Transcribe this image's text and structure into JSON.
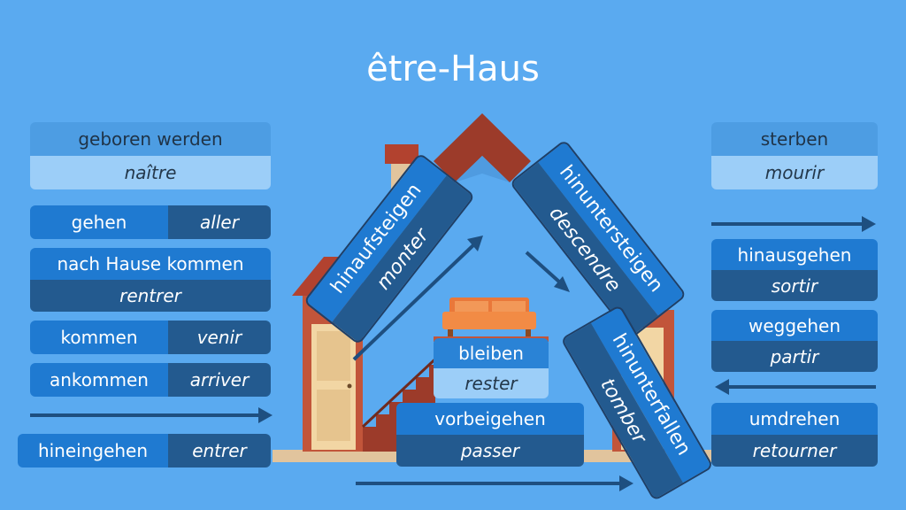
{
  "title": "être-Haus",
  "verbs": {
    "naitre": {
      "de": "geboren werden",
      "fr": "naître"
    },
    "mourir": {
      "de": "sterben",
      "fr": "mourir"
    },
    "aller": {
      "de": "gehen",
      "fr": "aller"
    },
    "rentrer": {
      "de": "nach Hause kommen",
      "fr": "rentrer"
    },
    "venir": {
      "de": "kommen",
      "fr": "venir"
    },
    "arriver": {
      "de": "ankommen",
      "fr": "arriver"
    },
    "entrer": {
      "de": "hineingehen",
      "fr": "entrer"
    },
    "monter": {
      "de": "hinaufsteigen",
      "fr": "monter"
    },
    "descendre": {
      "de": "hinuntersteigen",
      "fr": "descendre"
    },
    "tomber": {
      "de": "hinunterfallen",
      "fr": "tomber"
    },
    "rester": {
      "de": "bleiben",
      "fr": "rester"
    },
    "passer": {
      "de": "vorbeigehen",
      "fr": "passer"
    },
    "sortir": {
      "de": "hinausgehen",
      "fr": "sortir"
    },
    "partir": {
      "de": "weggehen",
      "fr": "partir"
    },
    "retourner": {
      "de": "umdrehen",
      "fr": "retourner"
    }
  },
  "colors": {
    "background": "#5aaaf0",
    "german_box": "#1f7ad1",
    "french_box": "#235a8f",
    "life_german_box": "#4d9de3",
    "life_french_box": "#9ccef8",
    "arrow": "#1e4f80",
    "roof": "#9c3b2a",
    "wall": "#c2553a",
    "door": "#f2d6a4",
    "sofa": "#f28b45"
  },
  "icons": [
    "house-illustration",
    "sofa-icon",
    "stairs-icon",
    "door-icon",
    "chimney-icon",
    "arrow-right-icon",
    "arrow-left-icon"
  ]
}
